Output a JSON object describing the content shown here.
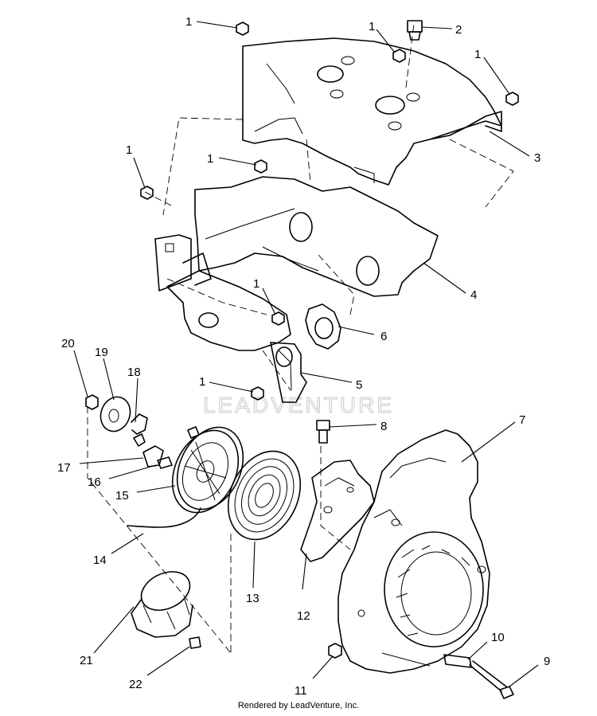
{
  "watermark": "LEADVENTURE",
  "footer": "Rendered by LeadVenture, Inc.",
  "callouts": [
    "1",
    "1",
    "2",
    "1",
    "1",
    "3",
    "1",
    "1",
    "4",
    "1",
    "6",
    "1",
    "5",
    "20",
    "19",
    "18",
    "8",
    "7",
    "17",
    "16",
    "15",
    "14",
    "13",
    "12",
    "10",
    "9",
    "21",
    "11",
    "22"
  ]
}
